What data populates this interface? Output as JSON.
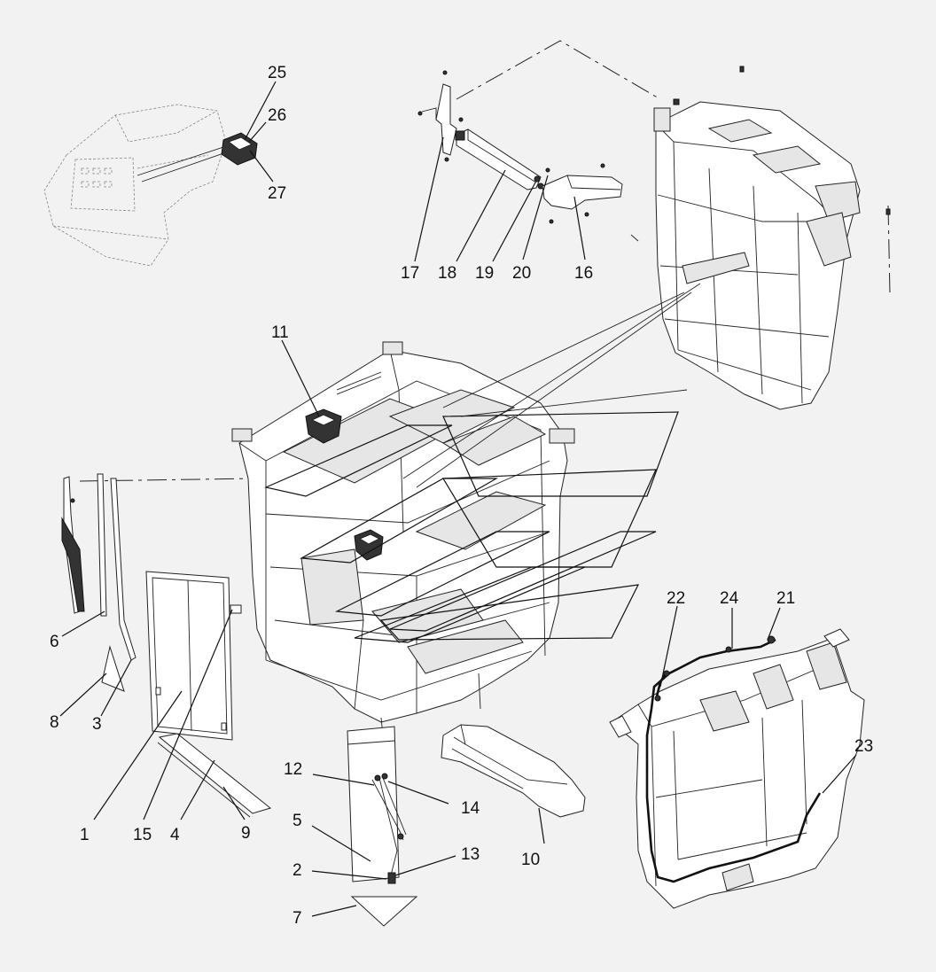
{
  "diagram": {
    "callouts": [
      {
        "id": "c1",
        "text": "1"
      },
      {
        "id": "c2",
        "text": "2"
      },
      {
        "id": "c3",
        "text": "3"
      },
      {
        "id": "c4",
        "text": "4"
      },
      {
        "id": "c5",
        "text": "5"
      },
      {
        "id": "c6",
        "text": "6"
      },
      {
        "id": "c7",
        "text": "7"
      },
      {
        "id": "c8",
        "text": "8"
      },
      {
        "id": "c9",
        "text": "9"
      },
      {
        "id": "c10",
        "text": "10"
      },
      {
        "id": "c11",
        "text": "11"
      },
      {
        "id": "c12",
        "text": "12"
      },
      {
        "id": "c13",
        "text": "13"
      },
      {
        "id": "c14",
        "text": "14"
      },
      {
        "id": "c15",
        "text": "15"
      },
      {
        "id": "c16",
        "text": "16"
      },
      {
        "id": "c17",
        "text": "17"
      },
      {
        "id": "c18",
        "text": "18"
      },
      {
        "id": "c19",
        "text": "19"
      },
      {
        "id": "c20",
        "text": "20"
      },
      {
        "id": "c21",
        "text": "21"
      },
      {
        "id": "c22",
        "text": "22"
      },
      {
        "id": "c23",
        "text": "23"
      },
      {
        "id": "c24",
        "text": "24"
      },
      {
        "id": "c25",
        "text": "25"
      },
      {
        "id": "c26",
        "text": "26"
      },
      {
        "id": "c27",
        "text": "27"
      }
    ]
  }
}
